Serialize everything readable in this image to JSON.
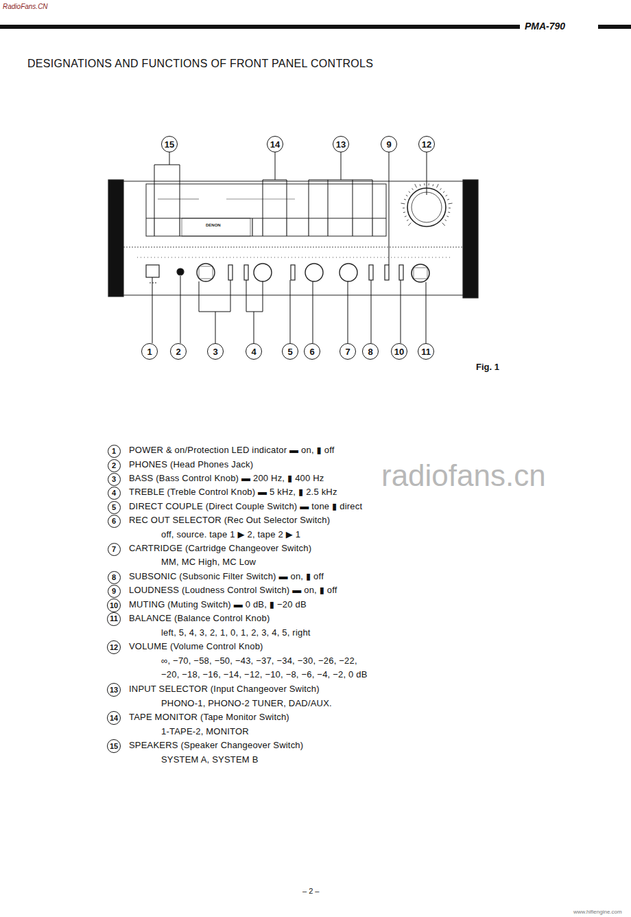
{
  "diagram": {
    "title": "DESIGNATIONS AND FUNCTIONS OF FRONT PANEL CONTROLS",
    "caption": "Fig. 1",
    "nodes": [
      {
        "text": [
          "15"
        ]
      },
      {
        "text": [
          "14"
        ]
      },
      {
        "text": [
          "13"
        ]
      },
      {
        "text": [
          "9"
        ]
      },
      {
        "text": [
          "12"
        ]
      },
      {
        "text": [
          "1"
        ]
      },
      {
        "text": [
          "2"
        ]
      },
      {
        "text": [
          "3"
        ]
      },
      {
        "text": [
          "4"
        ]
      },
      {
        "text": [
          "5"
        ]
      },
      {
        "text": [
          "6"
        ]
      },
      {
        "text": [
          "7"
        ]
      },
      {
        "text": [
          "8"
        ]
      },
      {
        "text": [
          "10"
        ]
      },
      {
        "text": [
          "11"
        ]
      },
      {
        "text": [
          "1"
        ]
      },
      {
        "text": [
          "2"
        ]
      },
      {
        "text": [
          "3"
        ]
      },
      {
        "text": [
          "4"
        ]
      },
      {
        "text": [
          "5"
        ]
      },
      {
        "text": [
          "6"
        ]
      },
      {
        "text": [
          "7"
        ]
      },
      {
        "text": [
          "8"
        ]
      },
      {
        "text": [
          "9"
        ]
      },
      {
        "text": [
          "10"
        ]
      },
      {
        "text": [
          "11"
        ]
      },
      {
        "text": [
          "12"
        ]
      },
      {
        "text": [
          "13"
        ]
      },
      {
        "text": [
          "14"
        ]
      },
      {
        "text": [
          "15"
        ]
      }
    ],
    "labels": [
      "RadioFans.CN",
      "PMA-790",
      "DENON",
      "POWER & on/Protection LED indicator ▬ on, ▮ off",
      "PHONES (Head Phones Jack)",
      "BASS (Bass Control Knob) ▬ 200 Hz, ▮ 400 Hz",
      "TREBLE (Treble Control Knob) ▬ 5 kHz, ▮ 2.5 kHz",
      "DIRECT COUPLE (Direct Couple Switch) ▬ tone ▮ direct",
      "REC OUT SELECTOR (Rec Out Selector Switch)",
      "off, source. tape 1 ▶ 2, tape 2 ▶ 1",
      "CARTRIDGE (Cartridge Changeover Switch)",
      "MM, MC High, MC Low",
      "SUBSONIC (Subsonic Filter Switch) ▬ on, ▮ off",
      "LOUDNESS (Loudness Control Switch) ▬ on, ▮ off",
      "MUTING (Muting Switch) ▬ 0 dB, ▮ −20 dB",
      "BALANCE (Balance Control Knob)",
      "left, 5, 4, 3, 2, 1, 0, 1, 2, 3, 4, 5, right",
      "VOLUME (Volume Control Knob)",
      "∞, −70, −58, −50, −43, −37, −34, −30, −26, −22,",
      "−20, −18, −16, −14, −12, −10, −8, −6, −4, −2, 0 dB",
      "INPUT SELECTOR (Input Changeover Switch)",
      "PHONO-1, PHONO-2 TUNER, DAD/AUX.",
      "TAPE MONITOR (Tape Monitor Switch)",
      "1-TAPE-2, MONITOR",
      "SPEAKERS (Speaker Changeover Switch)",
      "SYSTEM A, SYSTEM B",
      "radiofans.cn",
      "– 2 –",
      "www.hifiengine.com"
    ]
  }
}
